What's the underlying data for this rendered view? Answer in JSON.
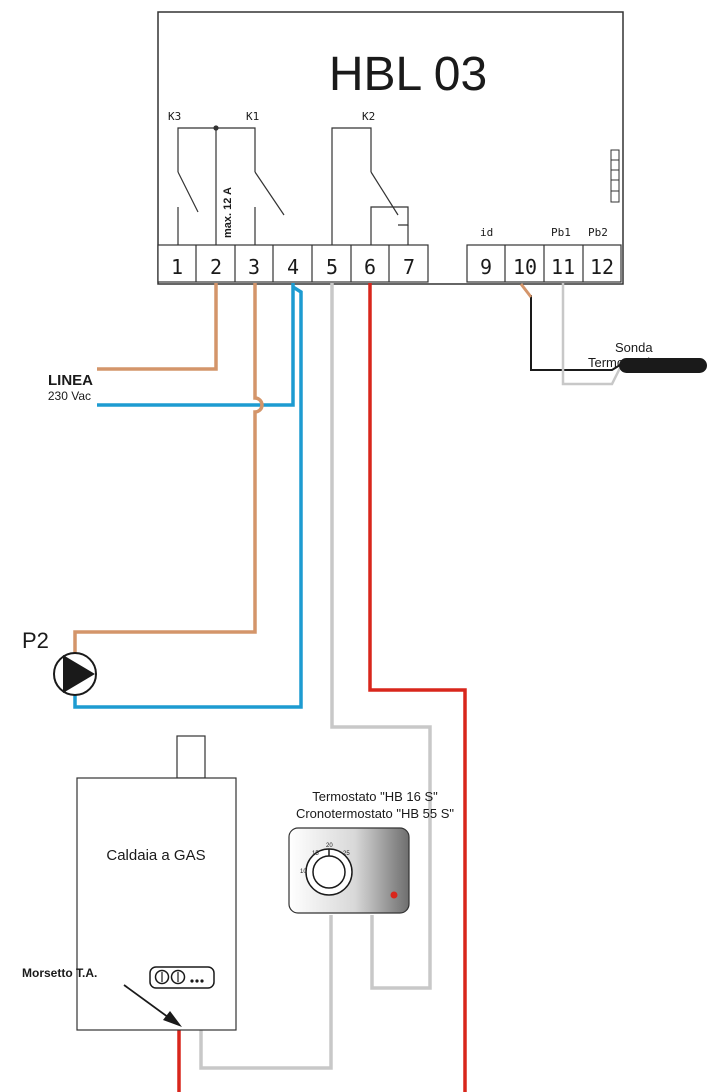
{
  "controller": {
    "title": "HBL 03",
    "relay_labels": [
      "K3",
      "K1",
      "K2"
    ],
    "max_current": "max. 12 A",
    "probe_labels": [
      "id",
      "Pb1",
      "Pb2"
    ],
    "terminals": [
      "1",
      "2",
      "3",
      "4",
      "5",
      "6",
      "7",
      "9",
      "10",
      "11",
      "12"
    ]
  },
  "line_supply": {
    "name": "LINEA",
    "voltage": "230 Vac"
  },
  "probe": {
    "line1": "Sonda",
    "line2": "Termoprodotto"
  },
  "pump": {
    "label": "P2"
  },
  "thermostat": {
    "line1": "Termostato \"HB 16 S\"",
    "line2": "Cronotermostato \"HB 55 S\"",
    "dial_marks": [
      "15",
      "20",
      "25",
      "10"
    ]
  },
  "boiler": {
    "label": "Caldaia a GAS",
    "terminal_label": "Morsetto T.A."
  },
  "colors": {
    "live": "#d4956a",
    "neutral": "#1d9bd1",
    "signal": "#c8c8c8",
    "power": "#d8261c",
    "probe_lead": "#1a1a1a",
    "outline": "#333333"
  }
}
